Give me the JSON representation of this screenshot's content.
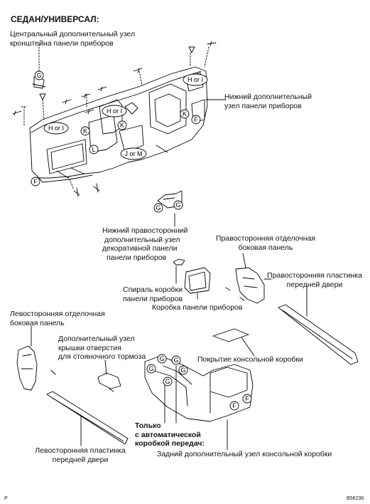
{
  "title": "СЕДАН/УНИВЕРСАЛ:",
  "labels": {
    "center_bracket_line1": "Центральный дополнительный узел",
    "center_bracket_line2": "кронштейна панели приборов",
    "lower_panel_line1": "Нижний дополнительный",
    "lower_panel_line2": "узел панели приборов",
    "rh_lower_decor_line1": "Нижний правосторонний",
    "rh_lower_decor_line2": "дополнительный узел",
    "rh_lower_decor_line3": "декоративной панели",
    "rh_lower_decor_line4": "панели приборов",
    "rh_side_trim_line1": "Правосторонняя отделочная",
    "rh_side_trim_line2": "боковая панель",
    "rh_door_plate_line1": "Правосторонняя пластинка",
    "rh_door_plate_line2": "передней двери",
    "glovebox_spiral_line1": "Спираль коробки",
    "glovebox_spiral_line2": "панели приборов",
    "glovebox": "Коробка панели приборов",
    "lh_side_trim_line1": "Левосторонняя отделочная",
    "lh_side_trim_line2": "боковая панель",
    "brake_cover_line1": "Дополнительный узел",
    "brake_cover_line2": "крышки отверстия",
    "brake_cover_line3": "для стояночного тормоза",
    "console_cover": "Покрытие консольной коробки",
    "auto_only_line1": "Только",
    "auto_only_line2": "с автоматической",
    "auto_only_line3": "коробкой передач:",
    "lh_door_plate_line1": "Левосторонняя пластинка",
    "lh_door_plate_line2": "передней двери",
    "rear_console": "Задний дополнительный узел консольной коробки"
  },
  "callouts": {
    "h_or_i": "H or I",
    "j_or_m": "J or M",
    "g": "G",
    "k": "K",
    "l": "L",
    "f": "F"
  },
  "footer": {
    "page_mark": "P",
    "figure_code": "B56236"
  }
}
